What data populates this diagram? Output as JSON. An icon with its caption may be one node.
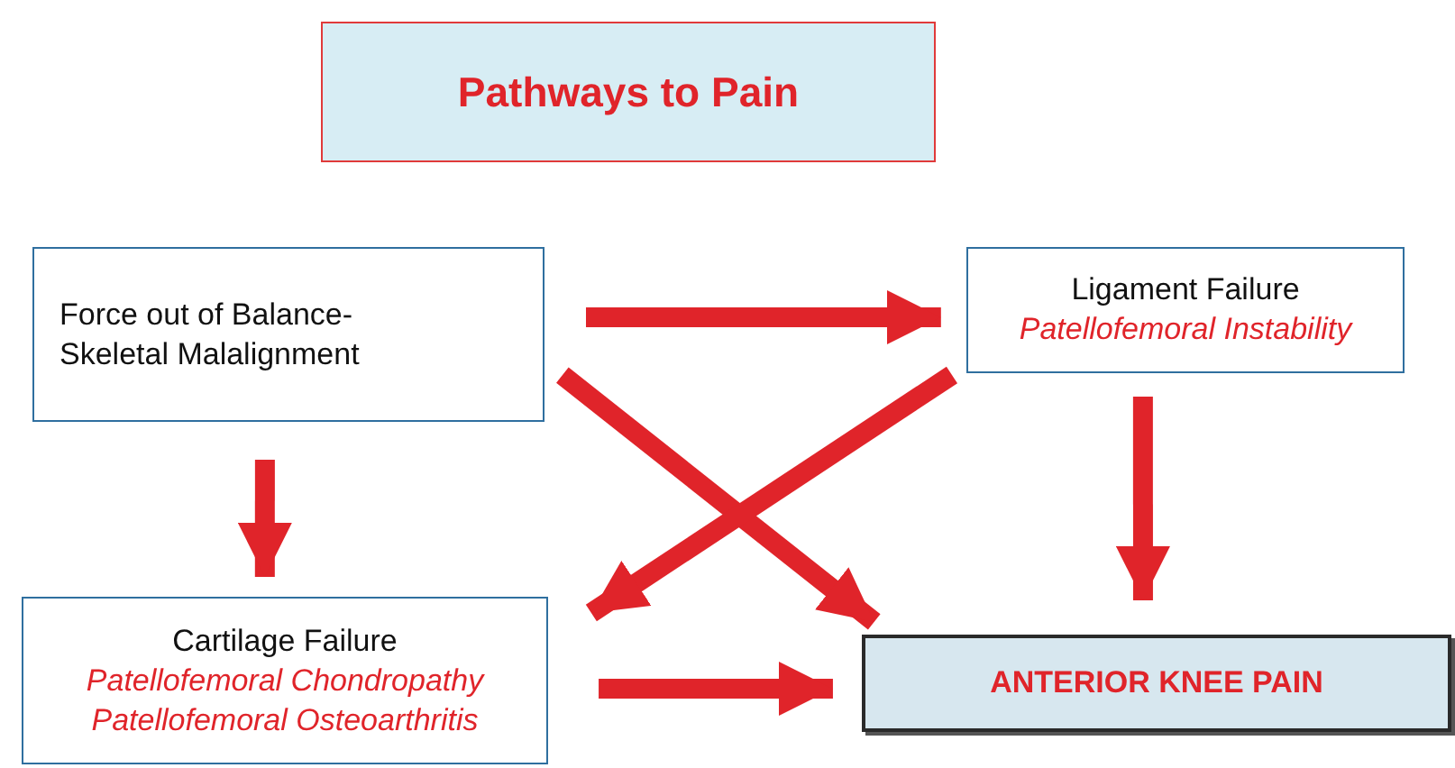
{
  "diagram": {
    "nodes": [
      {
        "text": [
          "Pathways to Pain"
        ]
      },
      {
        "text": [
          "Force out of Balance- Skeletal Malalignment"
        ]
      },
      {
        "text": [
          "Ligament Failure",
          "Patellofemoral Instability"
        ]
      },
      {
        "text": [
          "Cartilage Failure",
          "Patellofemoral Chondropathy",
          "Patellofemoral Osteoarthritis"
        ]
      },
      {
        "text": [
          "ANTERIOR KNEE PAIN"
        ]
      }
    ],
    "edges": [
      {
        "from": 1,
        "to": 2,
        "arrow": "to"
      },
      {
        "from": 1,
        "to": 3,
        "arrow": "to"
      },
      {
        "from": 1,
        "to": 4,
        "arrow": "to"
      },
      {
        "from": 2,
        "to": 3,
        "arrow": "to"
      },
      {
        "from": 2,
        "to": 4,
        "arrow": "to"
      },
      {
        "from": 3,
        "to": 4,
        "arrow": "to"
      }
    ]
  }
}
